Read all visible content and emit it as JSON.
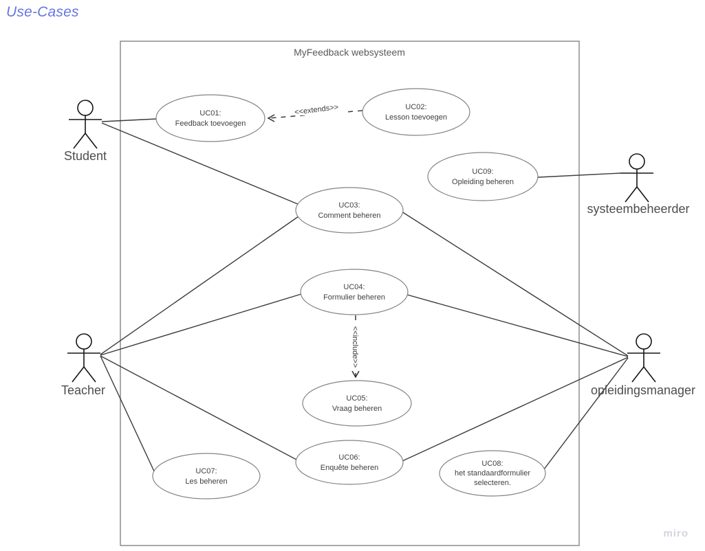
{
  "page": {
    "title": "Use-Cases",
    "watermark": "miro"
  },
  "diagram": {
    "system": {
      "title": "MyFeedback websysteem"
    },
    "actors": [
      {
        "name": "Student"
      },
      {
        "name": "Teacher"
      },
      {
        "name": "systeembeheerder"
      },
      {
        "name": "opleidingsmanager"
      }
    ],
    "use_cases": [
      {
        "id": "UC01",
        "lines": [
          "UC01:",
          "Feedback toevoegen"
        ]
      },
      {
        "id": "UC02",
        "lines": [
          "UC02:",
          "Lesson toevoegen"
        ]
      },
      {
        "id": "UC03",
        "lines": [
          "UC03:",
          "Comment beheren"
        ]
      },
      {
        "id": "UC04",
        "lines": [
          "UC04:",
          "Formulier beheren"
        ]
      },
      {
        "id": "UC05",
        "lines": [
          "UC05:",
          "Vraag beheren"
        ]
      },
      {
        "id": "UC06",
        "lines": [
          "UC06:",
          "Enquête beheren"
        ]
      },
      {
        "id": "UC07",
        "lines": [
          "UC07:",
          "Les beheren"
        ]
      },
      {
        "id": "UC08",
        "lines": [
          "UC08:",
          "het standaardformulier",
          "selecteren."
        ]
      },
      {
        "id": "UC09",
        "lines": [
          "UC09:",
          "Opleiding beheren"
        ]
      }
    ],
    "relations": {
      "extends_label": "<<extends>>",
      "include_label": "<<include>>"
    },
    "connections": [
      {
        "from": "Student",
        "to": "UC01",
        "type": "association"
      },
      {
        "from": "Student",
        "to": "UC03",
        "type": "association"
      },
      {
        "from": "Teacher",
        "to": "UC03",
        "type": "association"
      },
      {
        "from": "Teacher",
        "to": "UC04",
        "type": "association"
      },
      {
        "from": "Teacher",
        "to": "UC06",
        "type": "association"
      },
      {
        "from": "Teacher",
        "to": "UC07",
        "type": "association"
      },
      {
        "from": "opleidingsmanager",
        "to": "UC03",
        "type": "association"
      },
      {
        "from": "opleidingsmanager",
        "to": "UC04",
        "type": "association"
      },
      {
        "from": "opleidingsmanager",
        "to": "UC06",
        "type": "association"
      },
      {
        "from": "opleidingsmanager",
        "to": "UC08",
        "type": "association"
      },
      {
        "from": "systeembeheerder",
        "to": "UC09",
        "type": "association"
      },
      {
        "from": "UC02",
        "to": "UC01",
        "type": "extends",
        "label": "<<extends>>"
      },
      {
        "from": "UC04",
        "to": "UC05",
        "type": "include",
        "label": "<<include>>"
      }
    ],
    "colors": {
      "title": "#6674e4",
      "boundary_stroke": "#8c8c8c",
      "shape_stroke": "#828282",
      "line": "#3a3a3a",
      "watermark": "#d4d4de"
    }
  }
}
